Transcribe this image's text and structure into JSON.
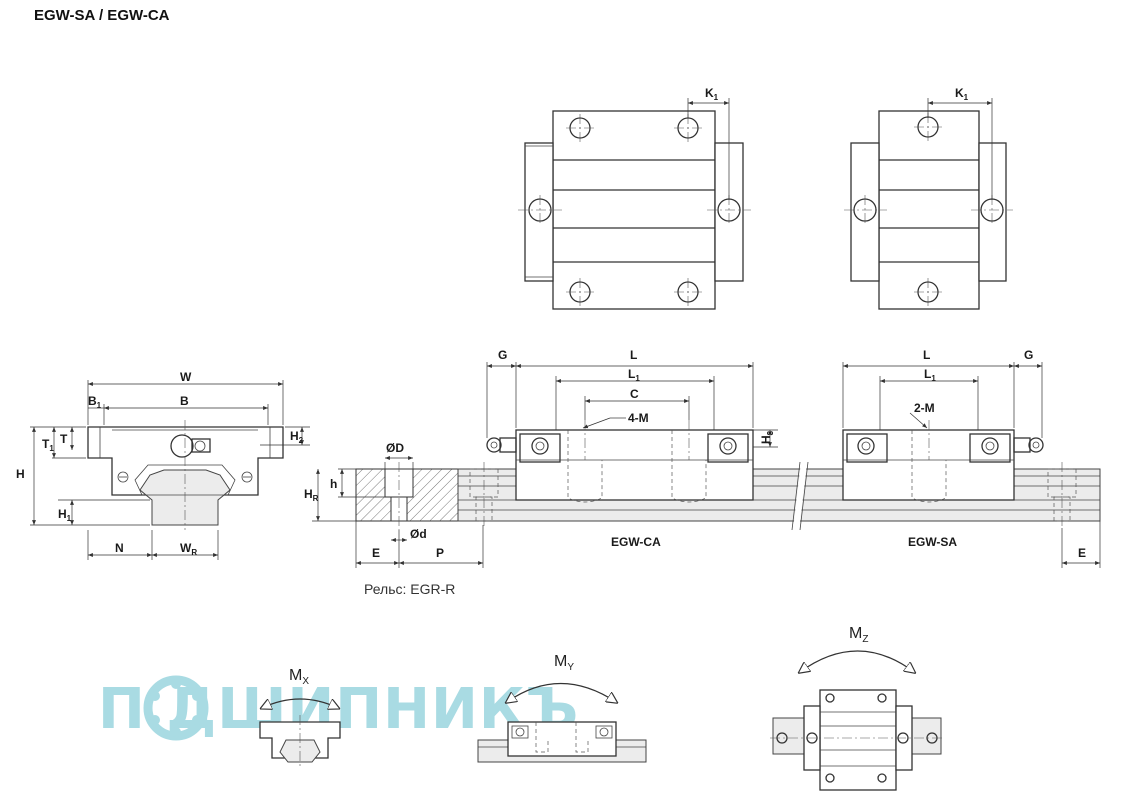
{
  "title": "EGW-SA / EGW-CA",
  "front_view": {
    "labels": {
      "W": "W",
      "B": "B",
      "B1": "B",
      "B1_sub": "1",
      "T": "T",
      "T1": "T",
      "T1_sub": "1",
      "H": "H",
      "H1": "H",
      "H1_sub": "1",
      "H2": "H",
      "H2_sub": "2",
      "N": "N",
      "WR": "W",
      "WR_sub": "R"
    }
  },
  "rail_section": {
    "labels": {
      "D": "ØD",
      "d": "Ød",
      "h": "h",
      "HR": "H",
      "HR_sub": "R",
      "E": "E",
      "P": "P"
    },
    "caption": "Рельс: EGR-R"
  },
  "top_views": {
    "labels": {
      "K1_left": "K",
      "K1_right": "K",
      "K1_sub": "1"
    }
  },
  "side_view": {
    "labels": {
      "G_left": "G",
      "G_right": "G",
      "L_left": "L",
      "L_right": "L",
      "L1_left": "L",
      "L1_right": "L",
      "L1_sub": "1",
      "C": "C",
      "M4": "4-M",
      "M2": "2-M",
      "H3": "H",
      "H3_sub": "3",
      "E_right": "E"
    },
    "block_captions": {
      "ca": "EGW-CA",
      "sa": "EGW-SA"
    }
  },
  "moments": {
    "mx": {
      "letter": "M",
      "sub": "X"
    },
    "my": {
      "letter": "M",
      "sub": "Y"
    },
    "mz": {
      "letter": "M",
      "sub": "Z"
    }
  },
  "watermark": "П   ДШИПНИКЪ"
}
